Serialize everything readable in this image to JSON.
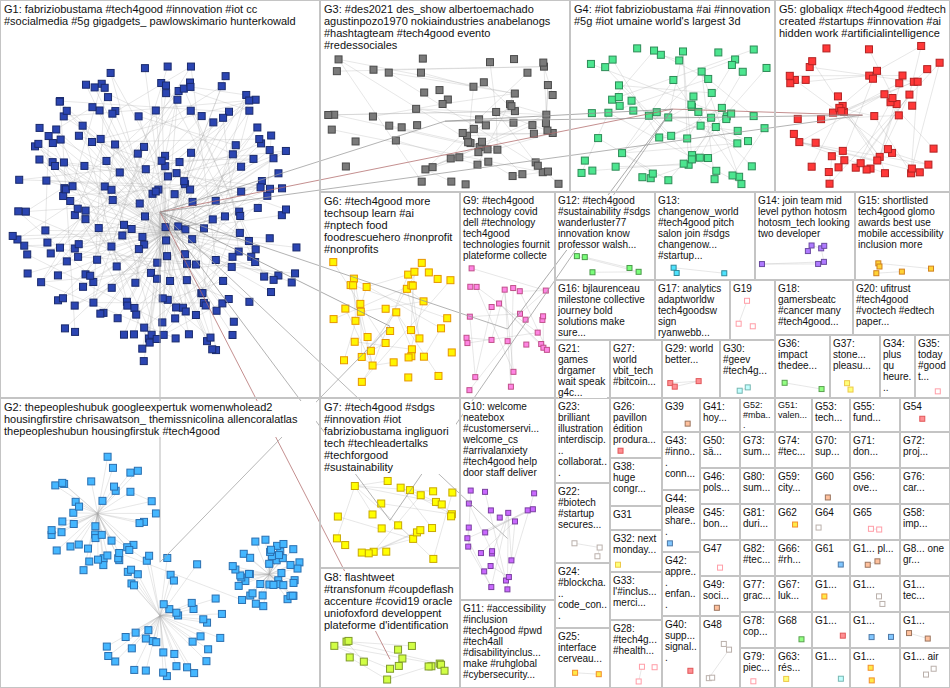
{
  "diagram": {
    "nodes": [
      {
        "text": [
          "G1: fabriziobustama #tech4good #innovation #iot cc #socialmedia #5g gigadgets_ pawlowskimario hunterkowald"
        ]
      },
      {
        "text": [
          "G2: thepeopleshubuk googleexpertuk womenwholead2 housingfirstire chrisawatson_ themissnicolina allencoralatlas thepeopleshubun housingfirstuk #tech4good"
        ]
      },
      {
        "text": [
          "G3: #des2021 des_show albertoemachado agustinpozo1970 nokiaindustries anabelanogs #hashtagteam #tech4good evento #redessociales"
        ]
      },
      {
        "text": [
          "G4: #iot fabriziobustama #ai #innovation #5g #iot umaine world's largest 3d"
        ]
      },
      {
        "text": [
          "G5: globaliqx #tech4good #edtech created #startups #innovation #ai hidden work #artificialintelligence"
        ]
      },
      {
        "text": [
          "G6: #tech4good more techsoup learn #ai #nptech food foodrescuehero #nonprofit #nonprofits"
        ]
      },
      {
        "text": [
          "G7: #tech4good #sdgs #innovation #iot fabriziobustama ingliguori tech #techleadertalks #techforgood #sustainability"
        ]
      },
      {
        "text": [
          "G8: flashtweet #transfonum #coupdeflash accenture #covid19 oracle uniofoxford developpent plateforme d'identification"
        ]
      },
      {
        "text": [
          "G9: #tech4good technology covid dell #technology tech4good technologies fournit plateforme collecte"
        ]
      },
      {
        "text": [
          "G10: welcome neatebox #customerservi... welcome_cs #arrivalanxiety #tech4good help door staff deliver"
        ]
      },
      {
        "text": [
          "G11: #accessibility #inclusion #tech4good #pwd #tech4all #disabilityinclus... make #ruhglobal #cybersecurity..."
        ]
      },
      {
        "text": [
          "G12: #tech4good #sustainability #sdgs wanderluster77 innovation know professor walsh..."
        ]
      },
      {
        "text": [
          "G13: changenow_world #tech4good pitch salon join #sdgs changenow... #startup..."
        ]
      },
      {
        "text": [
          "G14: join team mid level python hotosm hotosm_tech looking two developer"
        ]
      },
      {
        "text": [
          "G15: shortlisted tech4good glomo awards best use mobile accessibility inclusion more"
        ]
      },
      {
        "text": [
          "G16: bjlaurenceau milestone collective journey bold solutions make sure..."
        ]
      },
      {
        "text": [
          "G17: analytics adaptworldw tech4goodsw sign ryanwebb..."
        ]
      },
      {
        "text": [
          "G19"
        ]
      },
      {
        "text": [
          "G18: gamersbeatc #cancer many #tech4good..."
        ]
      },
      {
        "text": [
          "G20: ufitrust #tech4good #voctech #edtech paper..."
        ]
      },
      {
        "text": [
          "G21: games drgamer wait speak g4c..."
        ]
      },
      {
        "text": [
          "G27: world vbit_tech #bitcoin..."
        ]
      },
      {
        "text": [
          "G29: world better..."
        ]
      },
      {
        "text": [
          "G30: #geev #tech4g..."
        ]
      },
      {
        "text": [
          "G36: impact thedee..."
        ]
      },
      {
        "text": [
          "G37: stone... pleasu..."
        ]
      },
      {
        "text": [
          "G34: plus qu heure..."
        ]
      },
      {
        "text": [
          "G35: today #goodt..."
        ]
      },
      {
        "text": [
          "G23: brilliant illustration interdiscip... collaborat..."
        ]
      },
      {
        "text": [
          "G22: #biotech #startup secures..."
        ]
      },
      {
        "text": [
          "G24: #blockcha... code_con..."
        ]
      },
      {
        "text": [
          "G25: interface cerveau..."
        ]
      },
      {
        "text": [
          "G26: pavillon édition produra..."
        ]
      },
      {
        "text": [
          "G38: huge congr..."
        ]
      },
      {
        "text": [
          "G31"
        ]
      },
      {
        "text": [
          "G32: next monday..."
        ]
      },
      {
        "text": [
          "G33: l'#inclus... merci..."
        ]
      },
      {
        "text": [
          "G28: #tech4g... #health..."
        ]
      },
      {
        "text": [
          "G39"
        ]
      },
      {
        "text": [
          "G43: #inno... conn..."
        ]
      },
      {
        "text": [
          "G44: please share..."
        ]
      },
      {
        "text": [
          "G42: appre... enfan..."
        ]
      },
      {
        "text": [
          "G40: supp... signal..."
        ]
      },
      {
        "text": [
          "G41: hoy..."
        ]
      },
      {
        "text": [
          "G50: sä..."
        ]
      },
      {
        "text": [
          "G46: pols..."
        ]
      },
      {
        "text": [
          "G45: bon..."
        ]
      },
      {
        "text": [
          "G47"
        ]
      },
      {
        "text": [
          "G49: soci..."
        ]
      },
      {
        "text": [
          "G48"
        ]
      },
      {
        "text": [
          "G52: #mba..."
        ]
      },
      {
        "text": [
          "G73: sum..."
        ]
      },
      {
        "text": [
          "G80: sum..."
        ]
      },
      {
        "text": [
          "G81: duri..."
        ]
      },
      {
        "text": [
          "G82: #tec..."
        ]
      },
      {
        "text": [
          "G77: grac..."
        ]
      },
      {
        "text": [
          "G78: cop..."
        ]
      },
      {
        "text": [
          "G79: piec..."
        ]
      },
      {
        "text": [
          "G51: valen..."
        ]
      },
      {
        "text": [
          "G74: #tec..."
        ]
      },
      {
        "text": [
          "G59: city..."
        ]
      },
      {
        "text": [
          "G62"
        ]
      },
      {
        "text": [
          "G66: #rh..."
        ]
      },
      {
        "text": [
          "G67: luk..."
        ]
      },
      {
        "text": [
          "G68"
        ]
      },
      {
        "text": [
          "G63: rés..."
        ]
      },
      {
        "text": [
          "G53: tech..."
        ]
      },
      {
        "text": [
          "G70: sup..."
        ]
      },
      {
        "text": [
          "G60"
        ]
      },
      {
        "text": [
          "G64"
        ]
      },
      {
        "text": [
          "G61"
        ]
      },
      {
        "text": [
          "G1..."
        ]
      },
      {
        "text": [
          "G1..."
        ]
      },
      {
        "text": [
          "G1..."
        ]
      },
      {
        "text": [
          "G55: fund..."
        ]
      },
      {
        "text": [
          "G71: don..."
        ]
      },
      {
        "text": [
          "G56: ove..."
        ]
      },
      {
        "text": [
          "G65"
        ]
      },
      {
        "text": [
          "G1... pl..."
        ]
      },
      {
        "text": [
          "G1..."
        ]
      },
      {
        "text": [
          "G1..."
        ]
      },
      {
        "text": [
          "G1..."
        ]
      },
      {
        "text": [
          "G54"
        ]
      },
      {
        "text": [
          "G72: proj..."
        ]
      },
      {
        "text": [
          "G76: car..."
        ]
      },
      {
        "text": [
          "G58: imp..."
        ]
      },
      {
        "text": [
          "G8... one gr..."
        ]
      },
      {
        "text": [
          "G1... tec..."
        ]
      },
      {
        "text": [
          "G1..."
        ]
      },
      {
        "text": [
          "G1... air"
        ]
      }
    ],
    "edges": [
      {
        "from": 0,
        "to": 2,
        "arrow": "none"
      },
      {
        "from": 0,
        "to": 3,
        "arrow": "none"
      },
      {
        "from": 0,
        "to": 4,
        "arrow": "none"
      },
      {
        "from": 0,
        "to": 1,
        "arrow": "none"
      },
      {
        "from": 0,
        "to": 5,
        "arrow": "none"
      },
      {
        "from": 0,
        "to": 6,
        "arrow": "none"
      },
      {
        "from": 0,
        "to": 7,
        "arrow": "none"
      },
      {
        "from": 0,
        "to": 8,
        "arrow": "none"
      },
      {
        "from": 0,
        "to": 9,
        "arrow": "none"
      },
      {
        "from": 2,
        "to": 3,
        "arrow": "none"
      },
      {
        "from": 2,
        "to": 4,
        "arrow": "none"
      },
      {
        "from": 3,
        "to": 4,
        "arrow": "none"
      },
      {
        "from": 3,
        "to": 6,
        "arrow": "none"
      },
      {
        "from": 1,
        "to": 5,
        "arrow": "none"
      },
      {
        "from": 3,
        "to": 8,
        "arrow": "none"
      }
    ]
  }
}
